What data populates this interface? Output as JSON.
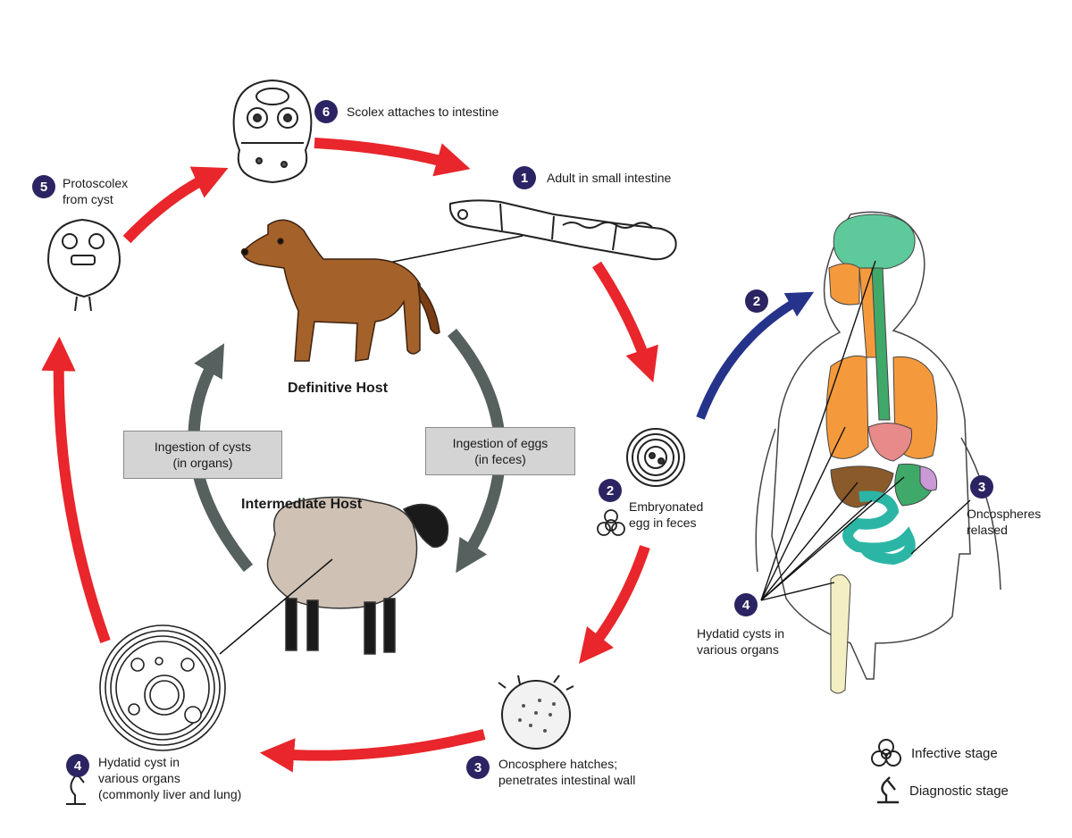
{
  "stages": {
    "s1": {
      "num": "1",
      "text": "Adult in small intestine"
    },
    "s2": {
      "num": "2",
      "line1": "Embryonated",
      "line2": "egg in feces"
    },
    "s3": {
      "num": "3",
      "line1": "Oncosphere hatches;",
      "line2": "penetrates intestinal wall"
    },
    "s4": {
      "num": "4",
      "line1": "Hydatid cyst in",
      "line2": "various organs",
      "line3": "(commonly liver and lung)"
    },
    "s5": {
      "num": "5",
      "line1": "Protoscolex",
      "line2": "from cyst"
    },
    "s6": {
      "num": "6",
      "text": "Scolex attaches to intestine"
    }
  },
  "human": {
    "arrow_badge": "2",
    "h3": {
      "num": "3",
      "line1": "Oncospheres",
      "line2": "relased"
    },
    "h4": {
      "num": "4",
      "line1": "Hydatid cysts in",
      "line2": "various organs"
    }
  },
  "hosts": {
    "definitive": "Definitive Host",
    "intermediate": "Intermediate Host"
  },
  "boxes": {
    "cysts": {
      "line1": "Ingestion of cysts",
      "line2": "(in organs)"
    },
    "eggs": {
      "line1": "Ingestion of eggs",
      "line2": "(in feces)"
    }
  },
  "legend": {
    "infective": "Infective stage",
    "diagnostic": "Diagnostic stage"
  },
  "colors": {
    "cycle_arrow": "#e8262b",
    "host_arrow": "#56605f",
    "human_arrow": "#25338a",
    "badge": "#2b2463",
    "brain": "#5ec99a",
    "lung": "#f59a3c",
    "liver": "#8a5a2a",
    "intestine": "#2bb5a5"
  }
}
